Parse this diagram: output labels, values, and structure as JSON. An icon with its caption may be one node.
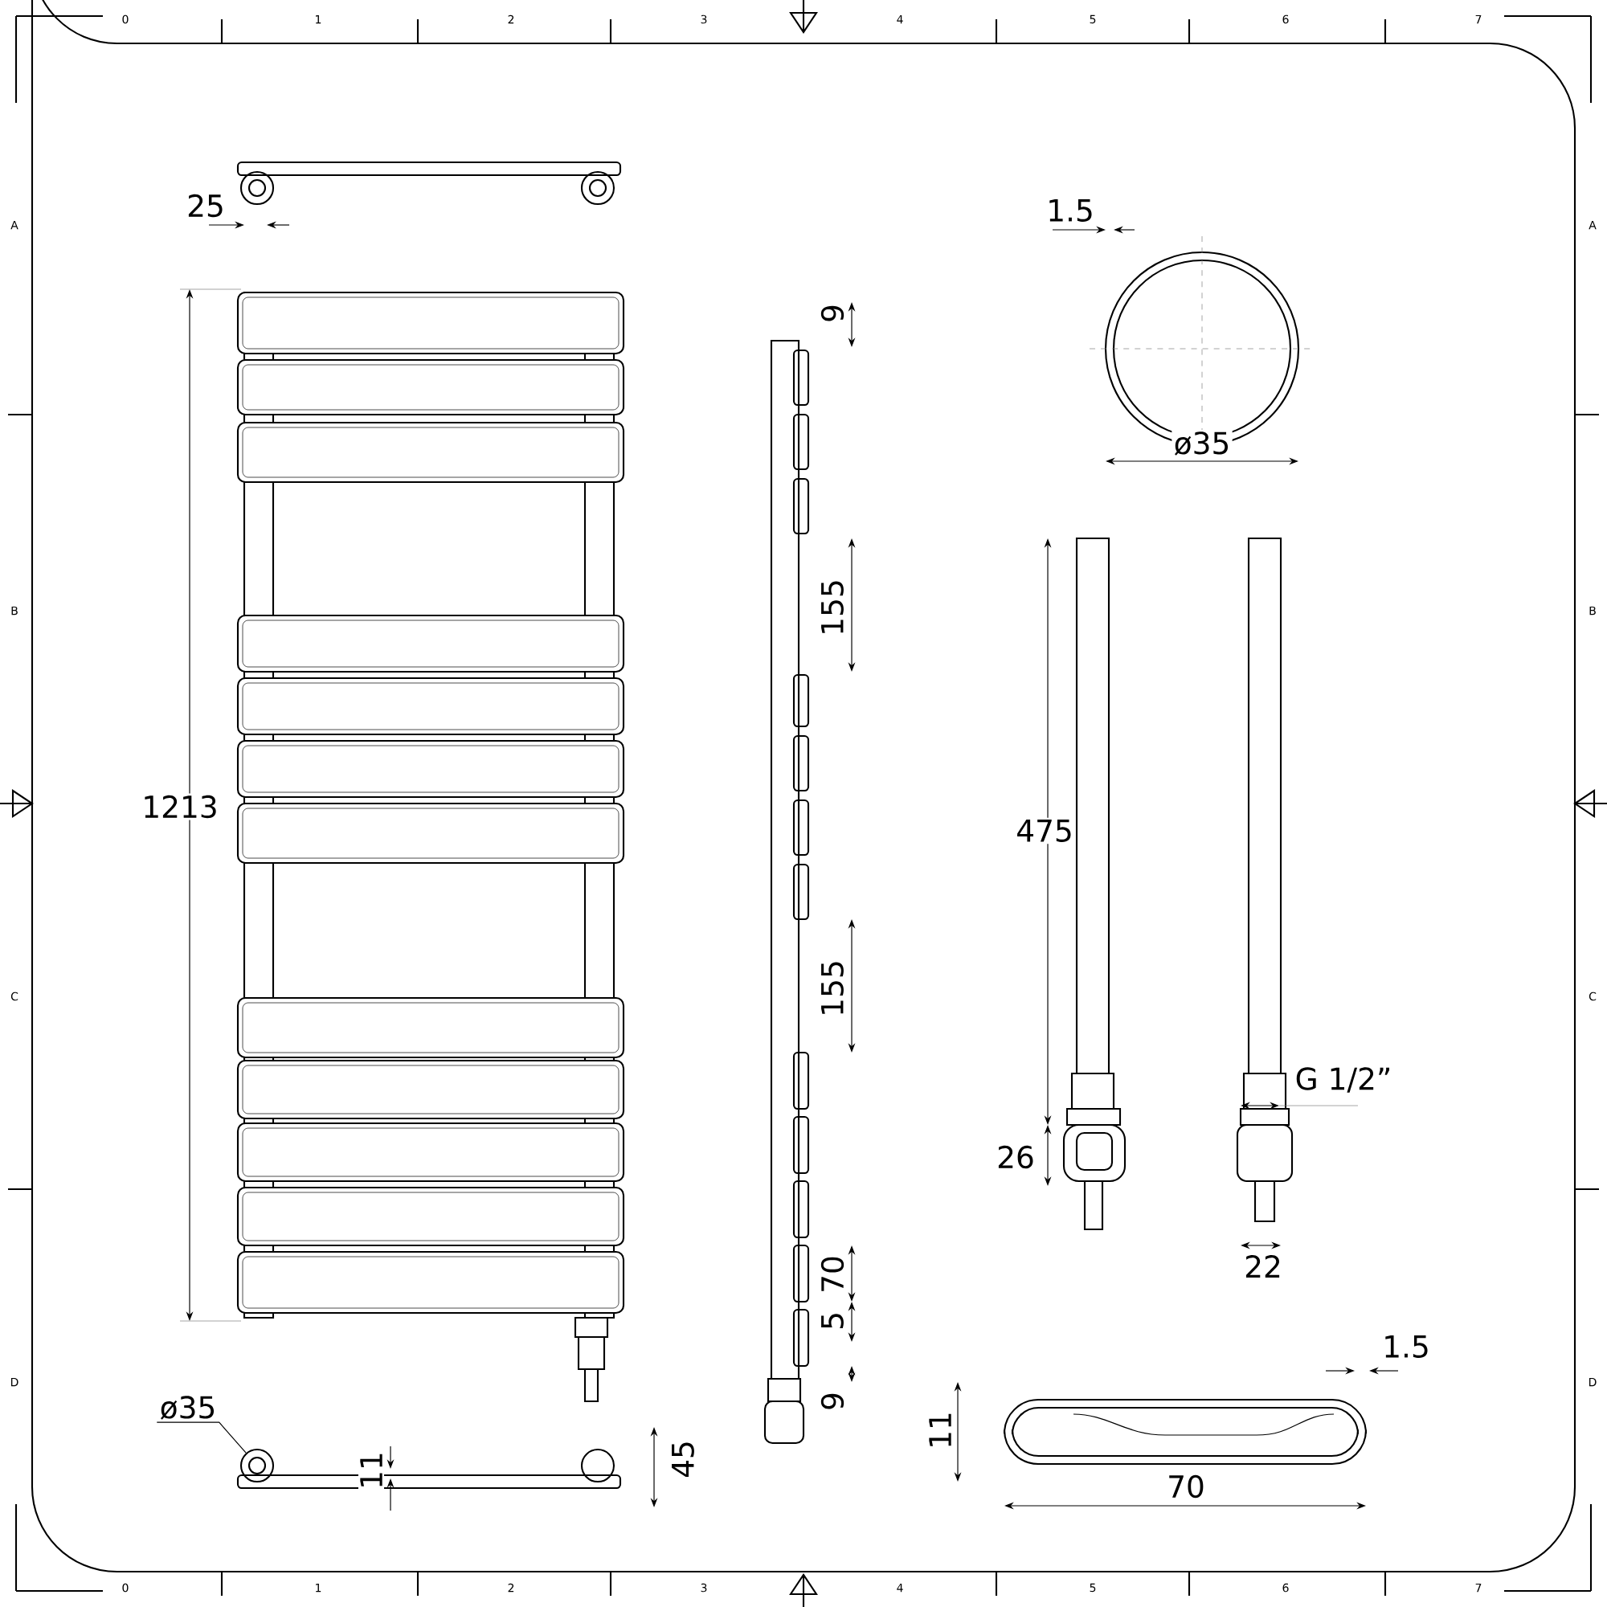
{
  "diagram": {
    "nodes": [
      {
        "text": [
          "ø35"
        ]
      },
      {
        "text": [],
        "shape": "circle"
      }
    ],
    "edges": [
      {
        "from": 0,
        "to": 1,
        "arrow": "none"
      }
    ],
    "labels": [
      "0",
      "1",
      "2",
      "3",
      "4",
      "5",
      "6",
      "7",
      "A",
      "B",
      "C",
      "D",
      "25",
      "1.5",
      "9",
      "ø35",
      "155",
      "475",
      "1213",
      "155",
      "G 1/2”",
      "26",
      "22",
      "70",
      "5",
      "1.5",
      "9",
      "11",
      "45",
      "70",
      "11",
      "A",
      "B",
      "C",
      "D",
      "0",
      "1",
      "2",
      "3",
      "4",
      "5",
      "6",
      "7"
    ]
  }
}
